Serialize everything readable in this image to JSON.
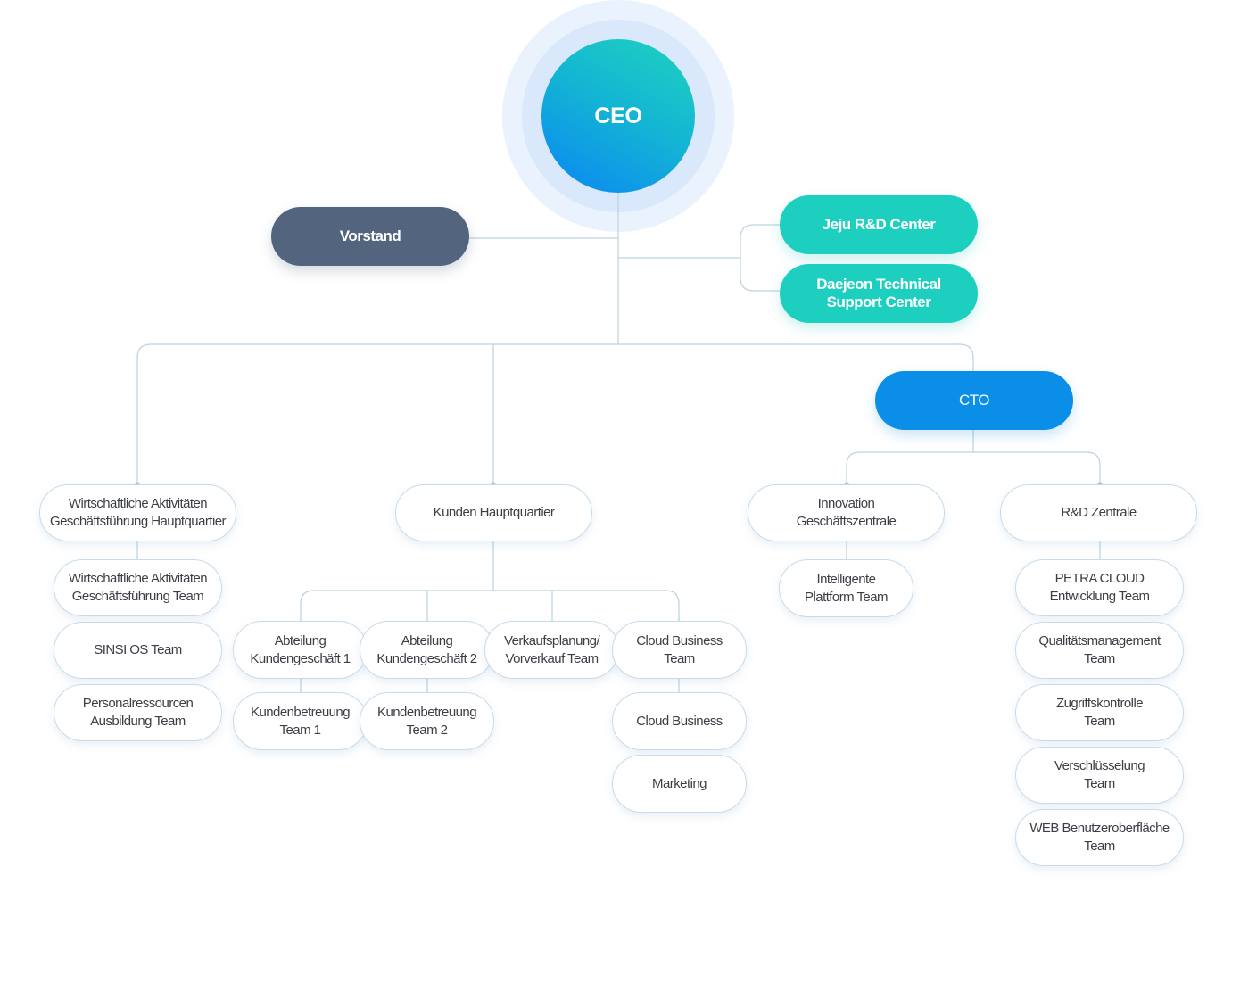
{
  "colors": {
    "ceo_gradient_start": "#1fd3bd",
    "ceo_gradient_end": "#0a86f3",
    "halo_outer": "#eaf3fd",
    "halo_inner": "#d9e8fb",
    "board": "#52647e",
    "centers": "#1ccfbf",
    "cto": "#0a8ee8",
    "connector": "#bcd2de",
    "node_border": "#c9dbe7"
  },
  "org": {
    "ceo": "CEO",
    "board": "Vorstand",
    "jeju": "Jeju R&D Center",
    "daejeon": "Daejeon Technical\nSupport Center",
    "cto": "CTO"
  },
  "business_hq": {
    "label": "Wirtschaftliche Aktivitäten\nGeschäftsführung Hauptquartier",
    "teams": [
      "Wirtschaftliche Aktivitäten\nGeschäftsführung Team",
      "SINSI OS Team",
      "Personalressourcen\nAusbildung Team"
    ]
  },
  "customer_hq": {
    "label": "Kunden Hauptquartier",
    "departments": [
      {
        "label": "Abteilung\nKundengeschäft 1",
        "teams": [
          "Kundenbetreuung\nTeam 1"
        ]
      },
      {
        "label": "Abteilung\nKundengeschäft 2",
        "teams": [
          "Kundenbetreuung\nTeam 2"
        ]
      },
      {
        "label": "Verkaufsplanung/\nVorverkauf Team",
        "teams": []
      },
      {
        "label": "Cloud Business\nTeam",
        "teams": [
          "Cloud Business",
          "Marketing"
        ]
      }
    ]
  },
  "innovation": {
    "label": "Innovation\nGeschäftszentrale",
    "teams": [
      "Intelligente\nPlattform Team"
    ]
  },
  "rnd": {
    "label": "R&D Zentrale",
    "teams": [
      "PETRA CLOUD\nEntwicklung Team",
      "Qualitätsmanagement\nTeam",
      "Zugriffskontrolle\nTeam",
      "Verschlüsselung\nTeam",
      "WEB Benutzeroberfläche\nTeam"
    ]
  }
}
